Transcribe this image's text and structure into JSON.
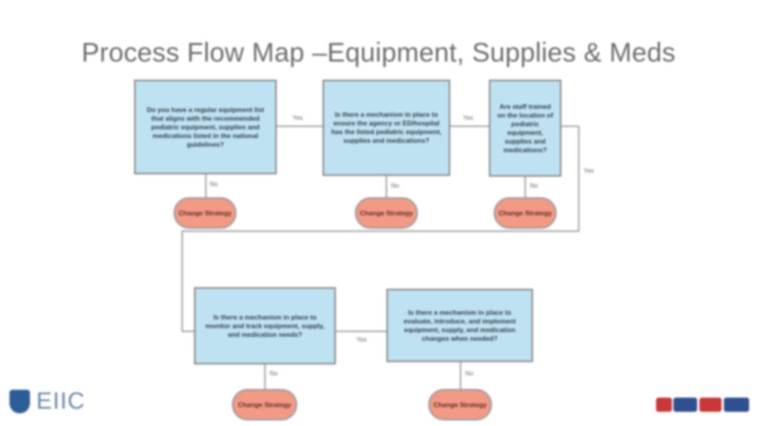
{
  "title": "Process Flow Map –Equipment, Supplies & Meds",
  "boxes": {
    "q1": "Do you have a regular equipment list that aligns with the recommended pediatric equipment, supplies and medications listed in the national guidelines?",
    "q2": "Is there a mechanism in place to ensure the agency or ED/hospital has the listed pediatric equipment, supplies and medications?",
    "q3": "Are staff trained on the location of pediatric equipment, supplies and medications?",
    "q4": "Is there a mechanism in place to monitor and track equipment, supply, and medication needs?",
    "q5": "Is there a mechanism in place to evaluate, introduce, and implement equipment, supply, and medication changes when needed?"
  },
  "actions": {
    "a1": "Change Strategy",
    "a2": "Change Strategy",
    "a3": "Change Strategy",
    "a4": "Change Strategy",
    "a5": "Change Strategy"
  },
  "labels": {
    "yes": "Yes",
    "no": "No"
  },
  "logos": {
    "left_text": "EIIC"
  },
  "colors": {
    "box_fill": "#bfe2f3",
    "action_fill": "#f39a86",
    "title": "#6d6d6d"
  }
}
